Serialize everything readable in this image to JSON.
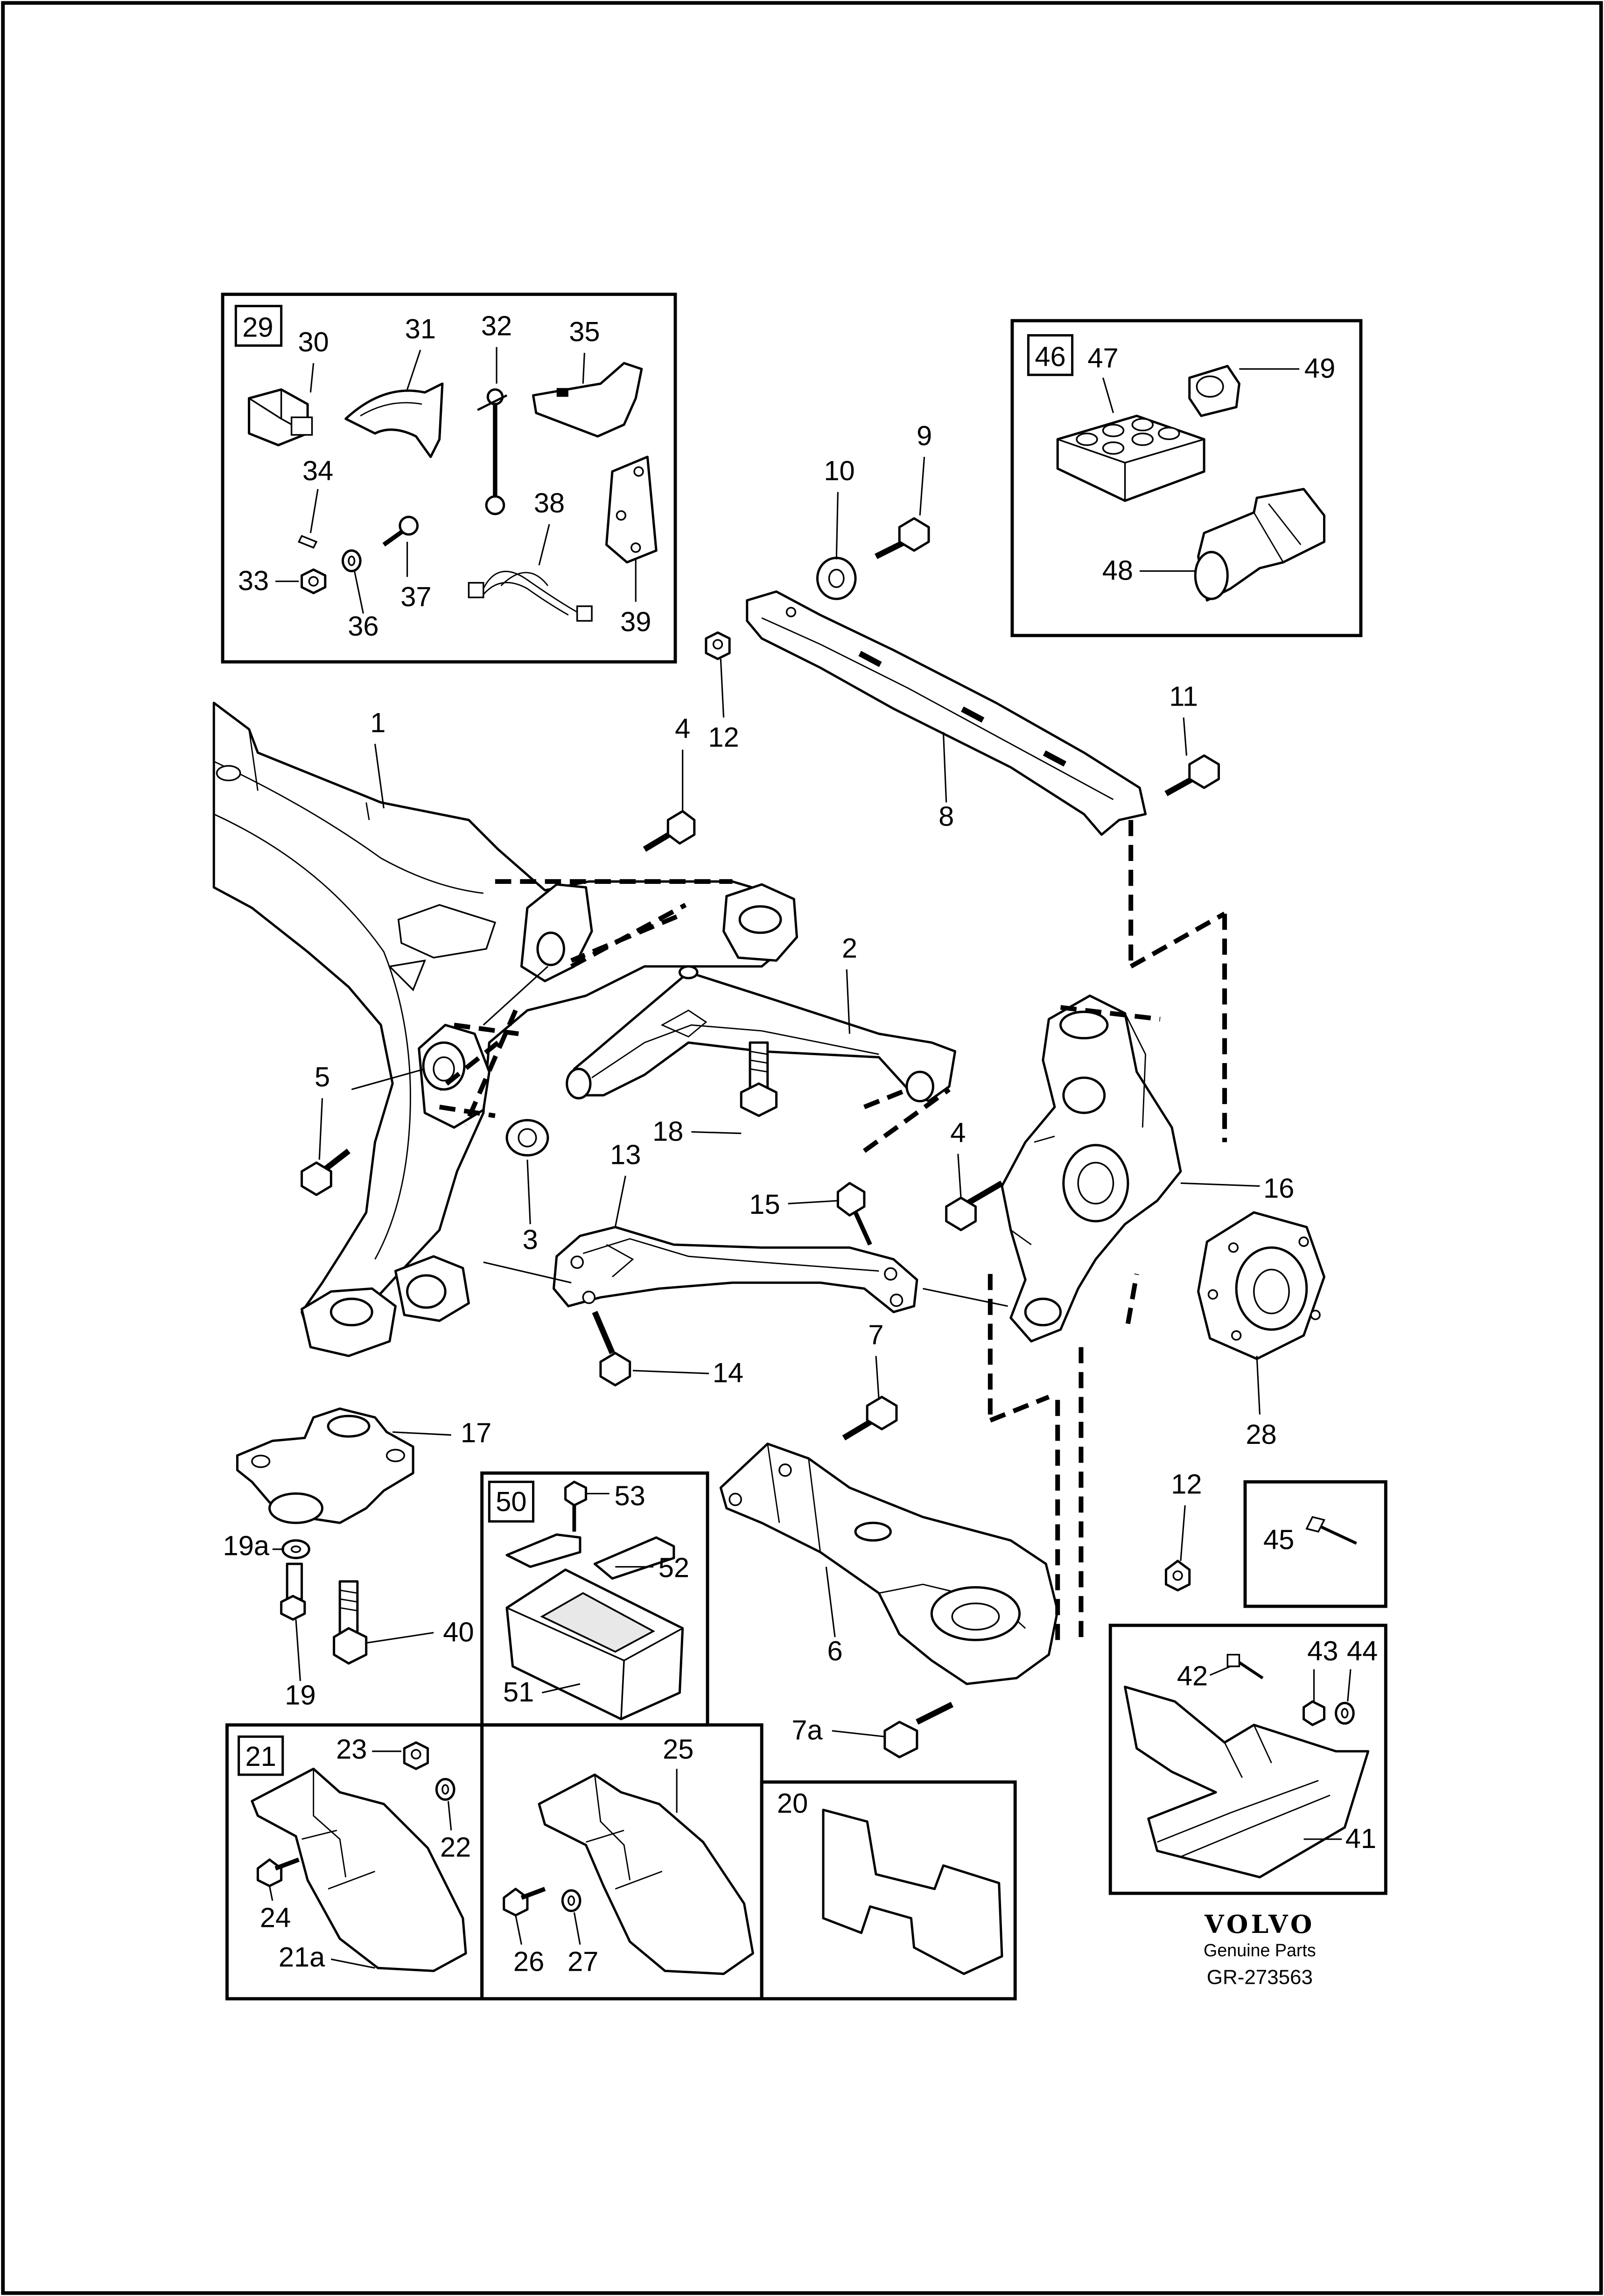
{
  "branding": {
    "brand": "VOLVO",
    "subtitle": "Genuine Parts",
    "diagram_code": "GR-273563"
  },
  "boxed_group_labels": [
    "29",
    "46",
    "50",
    "21"
  ],
  "callouts": {
    "c1": "1",
    "c2": "2",
    "c3": "3",
    "c4a": "4",
    "c4b": "4",
    "c5": "5",
    "c6": "6",
    "c7": "7",
    "c7a": "7a",
    "c8": "8",
    "c9": "9",
    "c10": "10",
    "c11": "11",
    "c12a": "12",
    "c12b": "12",
    "c13": "13",
    "c14": "14",
    "c15": "15",
    "c16": "16",
    "c17": "17",
    "c18": "18",
    "c19": "19",
    "c19a": "19a",
    "c20": "20",
    "c21": "21",
    "c21a": "21a",
    "c22": "22",
    "c23": "23",
    "c24": "24",
    "c25": "25",
    "c26": "26",
    "c27": "27",
    "c28": "28",
    "c29": "29",
    "c30": "30",
    "c31": "31",
    "c32": "32",
    "c33": "33",
    "c34": "34",
    "c35": "35",
    "c36": "36",
    "c37": "37",
    "c38": "38",
    "c39": "39",
    "c40": "40",
    "c41": "41",
    "c42": "42",
    "c43": "43",
    "c44": "44",
    "c45": "45",
    "c46": "46",
    "c47": "47",
    "c48": "48",
    "c49": "49",
    "c50": "50",
    "c51": "51",
    "c52": "52",
    "c53": "53"
  }
}
